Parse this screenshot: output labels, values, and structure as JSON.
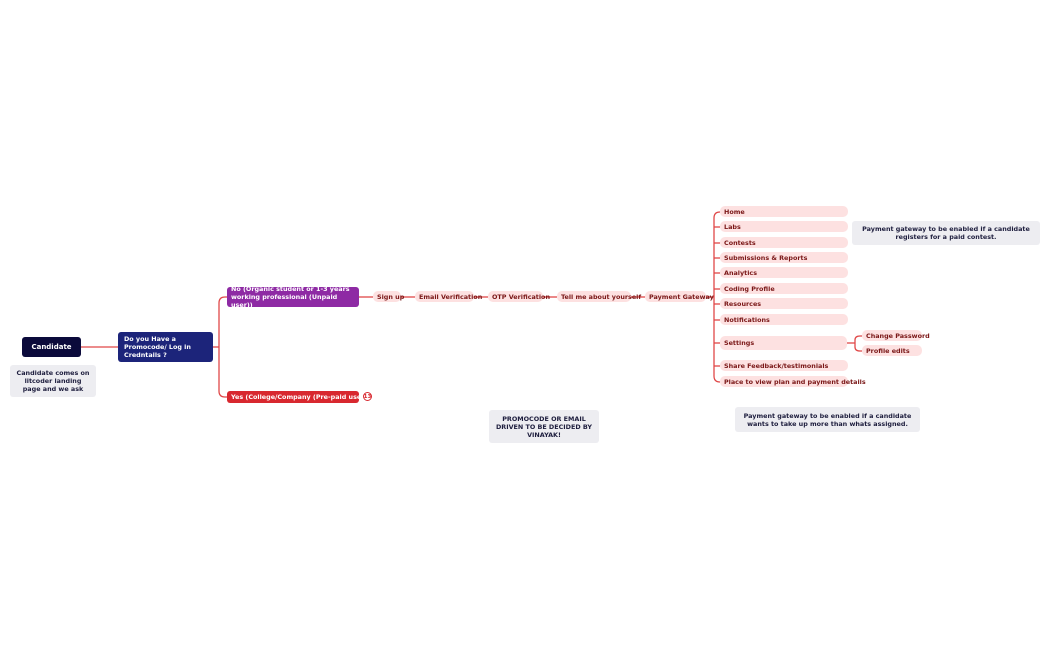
{
  "root": {
    "label": "Candidate"
  },
  "root_note": "Candidate comes on litcoder landing page and we ask",
  "question": "Do you Have a Promocode/ Log in Credntails ?",
  "branch_no": "No (Organic student or 1-3 years working professional (Unpaid user))",
  "branch_yes": "Yes (College/Company (Pre-paid user))",
  "branch_yes_badge": "13",
  "flow": [
    "Sign up",
    "Email Verification",
    "OTP Verification",
    "Tell me about yourself",
    "Payment Gateway"
  ],
  "menu": [
    "Home",
    "Labs",
    "Contests",
    "Submissions & Reports",
    "Analytics",
    "Coding Profile",
    "Resources",
    "Notifications",
    "Settings",
    "Share Feedback/testimonials",
    "Place to view plan and payment details"
  ],
  "settings_children": [
    "Change Password",
    "Profile edits"
  ],
  "notes": {
    "contest_note": "Payment gateway to be enabled if a candidate  registers for a paid contest.",
    "promocode_note": "PROMOCODE OR EMAIL DRIVEN TO BE DECIDED BY VINAYAK!",
    "assigned_note": "Payment gateway to be enabled if a candidate wants to take up more than whats assigned."
  },
  "colors": {
    "root": "#0b0a3b",
    "question": "#1c247a",
    "no_branch": "#8e2aa4",
    "yes_branch": "#d8282f",
    "pill_bg": "#fde1e1",
    "line": "#e04848"
  }
}
